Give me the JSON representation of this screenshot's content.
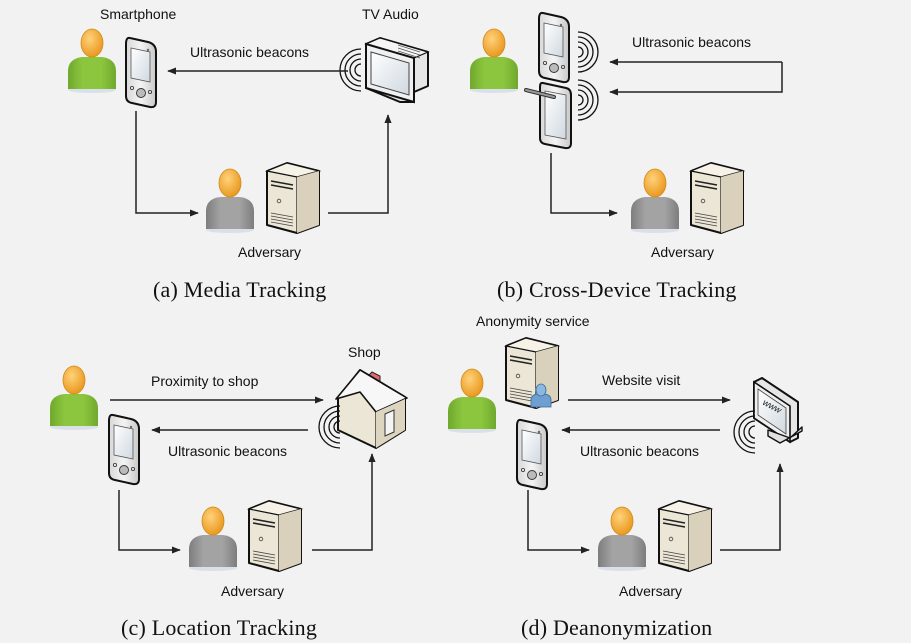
{
  "figure": {
    "panels": [
      {
        "id": "a",
        "caption": "(a) Media Tracking",
        "labels": {
          "smartphone": "Smartphone",
          "source": "TV Audio",
          "beacons": "Ultrasonic beacons",
          "adversary": "Adversary"
        },
        "icons": [
          "user-icon",
          "smartphone-icon",
          "tv-icon",
          "sound-waves-icon",
          "adversary-icon",
          "server-icon"
        ]
      },
      {
        "id": "b",
        "caption": "(b) Cross-Device Tracking",
        "labels": {
          "beacons": "Ultrasonic beacons",
          "adversary": "Adversary"
        },
        "icons": [
          "user-icon",
          "smartphone-icon",
          "tablet-icon",
          "sound-waves-icon",
          "adversary-icon",
          "server-icon"
        ]
      },
      {
        "id": "c",
        "caption": "(c) Location Tracking",
        "labels": {
          "shop": "Shop",
          "proximity": "Proximity to shop",
          "beacons": "Ultrasonic beacons",
          "adversary": "Adversary"
        },
        "icons": [
          "user-icon",
          "smartphone-icon",
          "house-icon",
          "sound-waves-icon",
          "adversary-icon",
          "server-icon"
        ]
      },
      {
        "id": "d",
        "caption": "(d) Deanonymization",
        "labels": {
          "service": "Anonymity service",
          "visit": "Website visit",
          "beacons": "Ultrasonic beacons",
          "adversary": "Adversary"
        },
        "icons": [
          "user-icon",
          "smartphone-icon",
          "server-icon",
          "monitor-www-icon",
          "sound-waves-icon",
          "adversary-icon"
        ]
      }
    ],
    "colors": {
      "background": "#f2f2f2",
      "user_body": "#8cc63f",
      "user_head": "#f5a623",
      "adversary_body": "#9a9a9a",
      "server_body": "#ece6d6",
      "arrow": "#222222",
      "chimney": "#e06060",
      "small_user": "#6d9fd0"
    },
    "monitor_text": "www"
  }
}
